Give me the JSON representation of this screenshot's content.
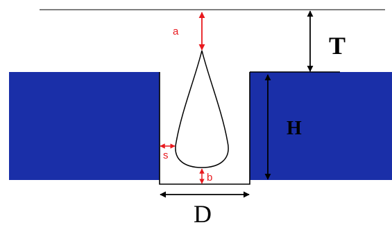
{
  "labels": {
    "a": "a",
    "s": "s",
    "b": "b",
    "T": "T",
    "H": "H",
    "D": "D"
  },
  "colors": {
    "block": "#1a2fa8",
    "dimension_red": "#e8191e",
    "dimension_black": "#000000",
    "outline": "#000000",
    "background": "#ffffff"
  }
}
